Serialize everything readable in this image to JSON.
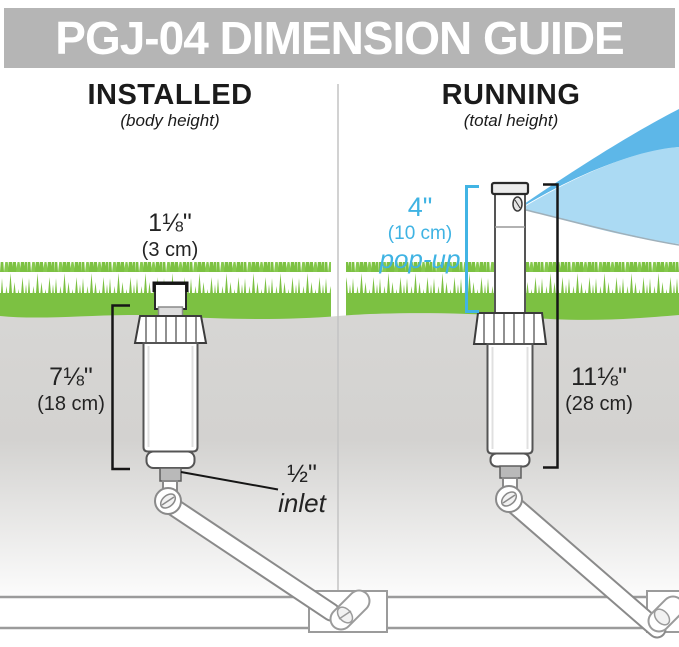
{
  "header": {
    "title": "PGJ-04 DIMENSION GUIDE"
  },
  "sections": {
    "installed": {
      "heading": "INSTALLED",
      "subheading": "(body height)"
    },
    "running": {
      "heading": "RUNNING",
      "subheading": "(total height)"
    }
  },
  "dimensions": {
    "cap_width": {
      "value": "1⅛\"",
      "metric": "(3 cm)"
    },
    "body_height": {
      "value": "7⅛\"",
      "metric": "(18 cm)"
    },
    "pop_up": {
      "value": "4\"",
      "metric": "(10 cm)",
      "label": "pop-up"
    },
    "total_height": {
      "value": "11⅛\"",
      "metric": "(28 cm)"
    },
    "inlet": {
      "value": "½\"",
      "label": "inlet"
    }
  },
  "colors": {
    "banner_gray": "#b5b5b5",
    "grass_green": "#7cc142",
    "ground_gray": "#d7d6d4",
    "accent_cyan": "#3fb3e3",
    "spray_dark": "#5db7e8",
    "spray_light": "#abdaf3"
  }
}
